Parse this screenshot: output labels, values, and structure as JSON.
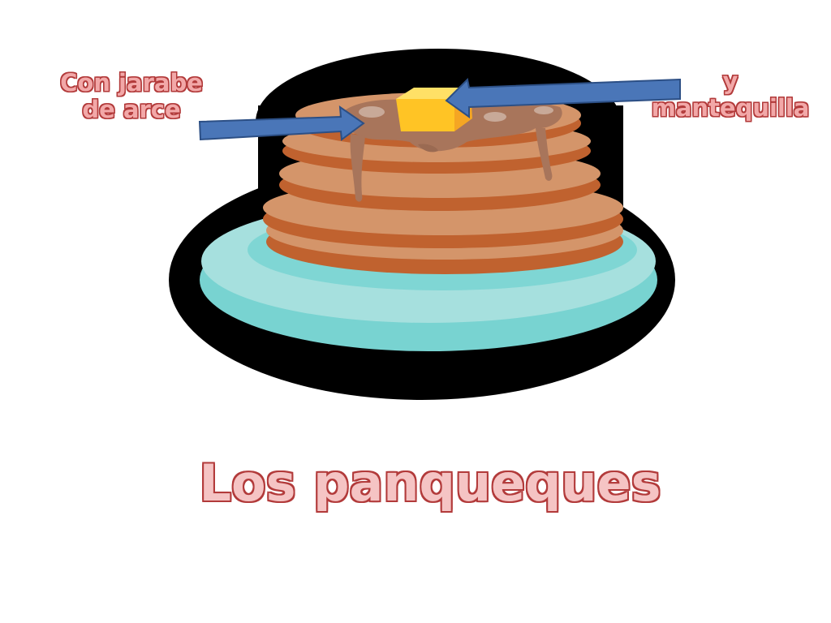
{
  "labels": {
    "syrup": [
      "Con jarabe",
      "de arce"
    ],
    "butter": [
      "y",
      "mantequilla"
    ]
  },
  "title": "Los panqueques",
  "colors": {
    "outline": "#000000",
    "plate_top": "#a6e0de",
    "plate_rim": "#78d3d1",
    "pancake": "#d4956a",
    "pancake_edge": "#c0622f",
    "syrup": "#a8755b",
    "butter": "#ffc425",
    "arrow": "#4a76b8",
    "text_fill": "#f2a8a8",
    "text_stroke": "#b23a3a"
  },
  "icons": [
    "pancake-stack-icon",
    "plate-icon",
    "butter-pat-icon",
    "syrup-drip-icon",
    "arrow-right-icon",
    "arrow-left-icon"
  ]
}
